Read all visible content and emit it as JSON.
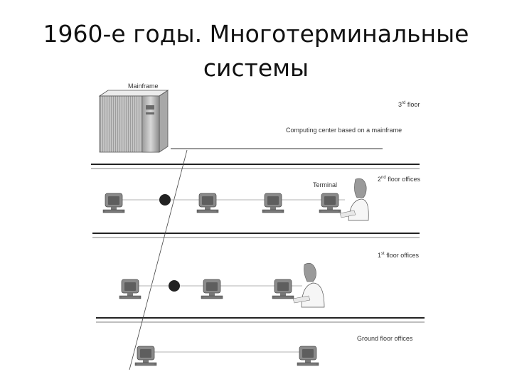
{
  "slide": {
    "title_line1": "1960-е годы. Многотерминальные",
    "title_line2": "системы"
  },
  "diagram": {
    "mainframe_label": "Mainframe",
    "terminal_label": "Terminal",
    "floor3": {
      "num": "3",
      "sup": "rd",
      "text": " floor"
    },
    "computing_center": "Computing center based on a mainframe",
    "floor2": {
      "num": "2",
      "sup": "nd",
      "text": " floor offices"
    },
    "floor1": {
      "num": "1",
      "sup": "st",
      "text": " floor offices"
    },
    "ground_floor": "Ground floor offices"
  },
  "colors": {
    "line": "#2a2a2a",
    "monitor": "#8a8a8a",
    "screen": "#5e5e5e",
    "cable": "#9a9a9a"
  },
  "icons": [
    "mainframe-icon",
    "terminal-icon",
    "person-icon",
    "junction-node-icon"
  ]
}
